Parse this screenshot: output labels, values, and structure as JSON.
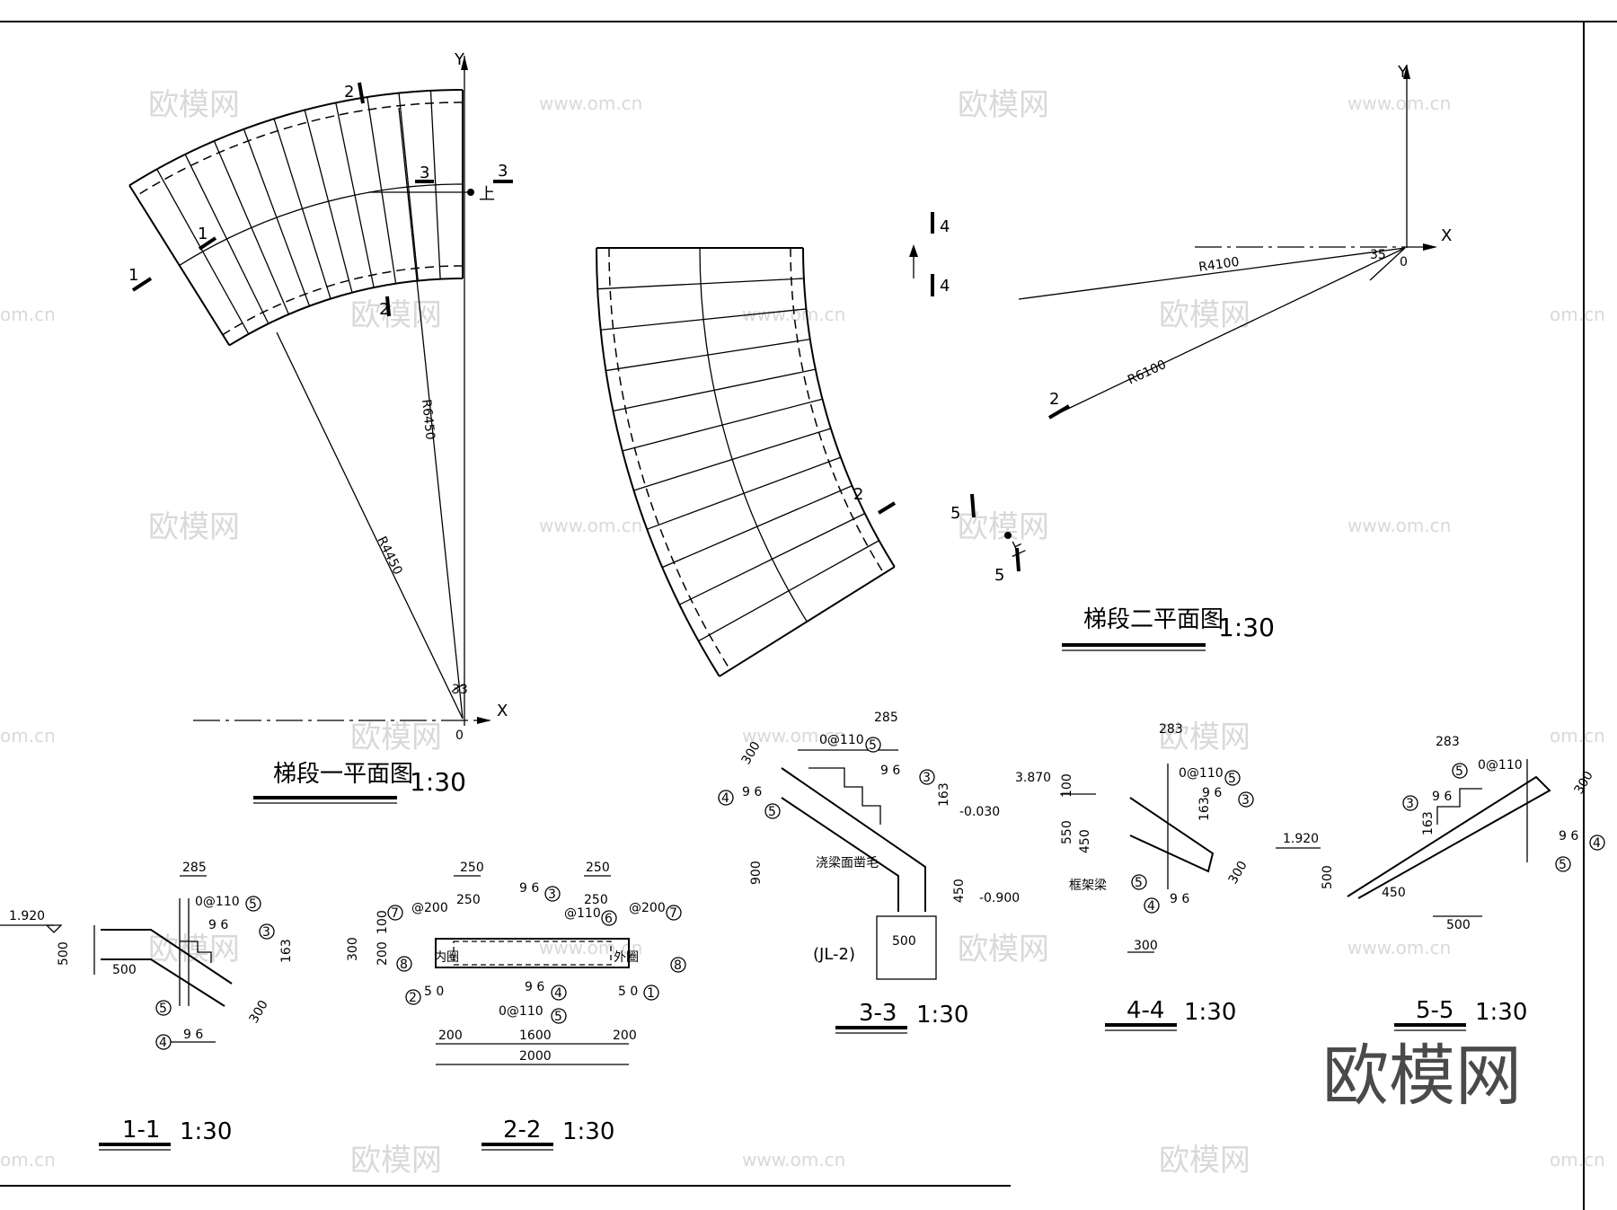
{
  "plan1": {
    "title": "梯段一平面图",
    "scale": "1:30",
    "axis_y": "Y",
    "axis_x": "X",
    "origin": "0",
    "angle": "33",
    "radius_inner": "R4450",
    "radius_outer": "R6450",
    "up_label": "上",
    "section_marks": [
      "1",
      "1",
      "2",
      "2",
      "3",
      "3"
    ]
  },
  "plan2": {
    "title": "梯段二平面图",
    "scale": "1:30",
    "axis_y": "Y",
    "axis_x": "X",
    "origin": "0",
    "angle": "35",
    "radius_inner": "R4100",
    "radius_outer": "R6100",
    "up_label": "上",
    "section_marks": [
      "4",
      "4",
      "2",
      "2",
      "5",
      "5"
    ]
  },
  "sec11": {
    "title": "1-1",
    "scale": "1:30",
    "elev": "1.920",
    "dims": [
      "285",
      "500",
      "500",
      "163",
      "300"
    ],
    "rebar_top": "0@110",
    "rebar_3": "9 6",
    "rebar_4": "9 6",
    "tags": [
      "5",
      "3",
      "5",
      "4"
    ]
  },
  "sec22": {
    "title": "2-2",
    "scale": "1:30",
    "dims_top": [
      "250",
      "250"
    ],
    "dims_left": [
      "300",
      "200",
      "100"
    ],
    "dims_bottom": [
      "200",
      "1600",
      "200",
      "2000"
    ],
    "rebar": [
      "@200",
      "9 6",
      "@110",
      "@200",
      "5 0",
      "9 6",
      "0@110",
      "5 0"
    ],
    "inner_label": "内圈",
    "outer_label": "外圈",
    "tags": [
      "7",
      "3",
      "6",
      "7",
      "8",
      "8",
      "2",
      "4",
      "5",
      "1"
    ]
  },
  "sec33": {
    "title": "3-3",
    "scale": "1:30",
    "dims": [
      "285",
      "300",
      "163",
      "900",
      "450",
      "500"
    ],
    "elev_1": "-0.030",
    "elev_2": "-0.900",
    "rebar_top": "0@110",
    "rebar_3": "9 6",
    "rebar_4": "9 6",
    "note": "浇梁面凿毛",
    "beam": "(JL-2)",
    "tags": [
      "5",
      "3",
      "4",
      "5"
    ]
  },
  "sec44": {
    "title": "4-4",
    "scale": "1:30",
    "elev": "3.870",
    "dims": [
      "283",
      "100",
      "550",
      "450",
      "163",
      "300",
      "300"
    ],
    "rebar_top": "0@110",
    "rebar_3": "9 6",
    "rebar_4": "9 6",
    "note": "框架梁",
    "tags": [
      "5",
      "3",
      "5",
      "4"
    ]
  },
  "sec55": {
    "title": "5-5",
    "scale": "1:30",
    "elev": "1.920",
    "dims": [
      "283",
      "163",
      "300",
      "500",
      "450",
      "500"
    ],
    "rebar_top": "0@110",
    "rebar_3": "9 6",
    "rebar_4": "9 6",
    "tags": [
      "5",
      "3",
      "4",
      "5"
    ]
  },
  "watermark": {
    "cn": "欧模网",
    "url": "www.om.cn",
    "url_short": "om.cn",
    "corner": "欧模网"
  }
}
